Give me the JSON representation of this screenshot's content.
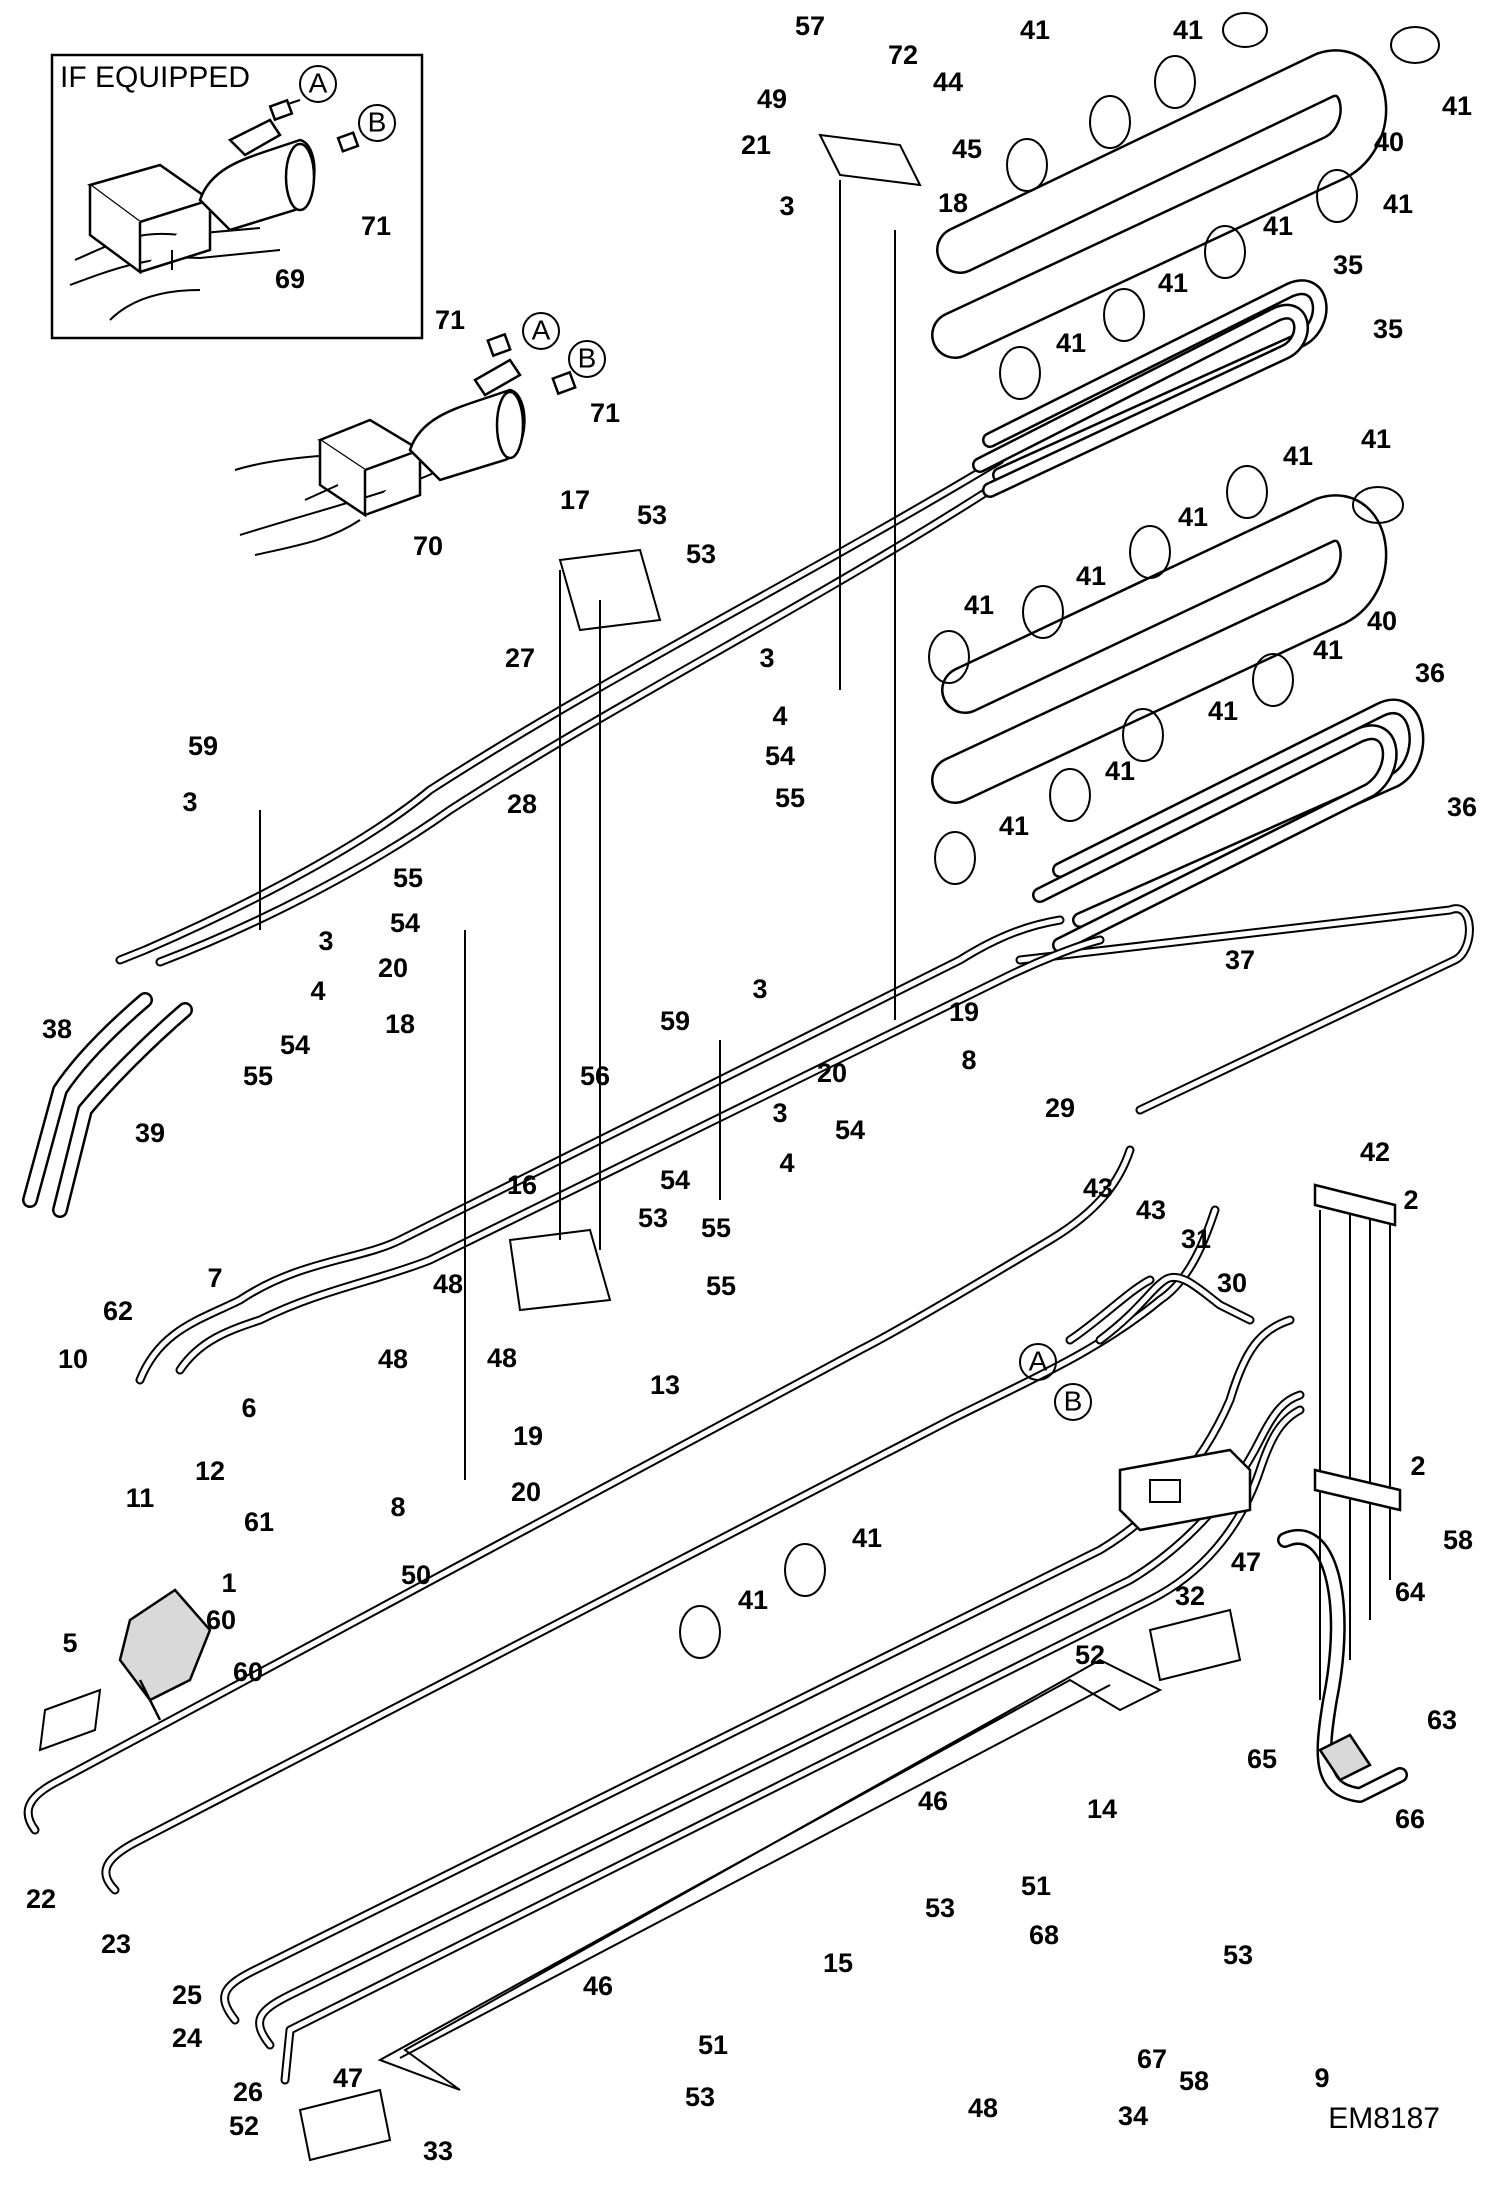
{
  "inset": {
    "title": "IF EQUIPPED"
  },
  "reference_code": "EM8187",
  "connection_letters": [
    "A",
    "B"
  ],
  "callouts": [
    {
      "id": "c57",
      "label": "57"
    },
    {
      "id": "c72",
      "label": "72"
    },
    {
      "id": "c49",
      "label": "49"
    },
    {
      "id": "c44",
      "label": "44"
    },
    {
      "id": "c21",
      "label": "21"
    },
    {
      "id": "c45",
      "label": "45"
    },
    {
      "id": "c3a",
      "label": "3"
    },
    {
      "id": "c18a",
      "label": "18"
    },
    {
      "id": "c41a",
      "label": "41"
    },
    {
      "id": "c41b",
      "label": "41"
    },
    {
      "id": "c41c",
      "label": "41"
    },
    {
      "id": "c40a",
      "label": "40"
    },
    {
      "id": "c41d",
      "label": "41"
    },
    {
      "id": "c41e",
      "label": "41"
    },
    {
      "id": "c41f",
      "label": "41"
    },
    {
      "id": "c41g",
      "label": "41"
    },
    {
      "id": "c35a",
      "label": "35"
    },
    {
      "id": "c35b",
      "label": "35"
    },
    {
      "id": "c71a",
      "label": "71"
    },
    {
      "id": "c69",
      "label": "69"
    },
    {
      "id": "c71b",
      "label": "71"
    },
    {
      "id": "c71c",
      "label": "71"
    },
    {
      "id": "c70",
      "label": "70"
    },
    {
      "id": "c17",
      "label": "17"
    },
    {
      "id": "c53a",
      "label": "53"
    },
    {
      "id": "c53b",
      "label": "53"
    },
    {
      "id": "c41h",
      "label": "41"
    },
    {
      "id": "c41i",
      "label": "41"
    },
    {
      "id": "c41j",
      "label": "41"
    },
    {
      "id": "c41k",
      "label": "41"
    },
    {
      "id": "c41l",
      "label": "41"
    },
    {
      "id": "c40b",
      "label": "40"
    },
    {
      "id": "c41m",
      "label": "41"
    },
    {
      "id": "c36a",
      "label": "36"
    },
    {
      "id": "c41n",
      "label": "41"
    },
    {
      "id": "c41o",
      "label": "41"
    },
    {
      "id": "c36b",
      "label": "36"
    },
    {
      "id": "c41p",
      "label": "41"
    },
    {
      "id": "c27",
      "label": "27"
    },
    {
      "id": "c28",
      "label": "28"
    },
    {
      "id": "c3b",
      "label": "3"
    },
    {
      "id": "c4a",
      "label": "4"
    },
    {
      "id": "c54a",
      "label": "54"
    },
    {
      "id": "c55a",
      "label": "55"
    },
    {
      "id": "c59a",
      "label": "59"
    },
    {
      "id": "c3c",
      "label": "3"
    },
    {
      "id": "c3d",
      "label": "3"
    },
    {
      "id": "c4b",
      "label": "4"
    },
    {
      "id": "c54b",
      "label": "54"
    },
    {
      "id": "c55b",
      "label": "55"
    },
    {
      "id": "c55c",
      "label": "55"
    },
    {
      "id": "c54c",
      "label": "54"
    },
    {
      "id": "c20a",
      "label": "20"
    },
    {
      "id": "c18b",
      "label": "18"
    },
    {
      "id": "c37",
      "label": "37"
    },
    {
      "id": "c38",
      "label": "38"
    },
    {
      "id": "c39",
      "label": "39"
    },
    {
      "id": "c59b",
      "label": "59"
    },
    {
      "id": "c3e",
      "label": "3"
    },
    {
      "id": "c19a",
      "label": "19"
    },
    {
      "id": "c8a",
      "label": "8"
    },
    {
      "id": "c20b",
      "label": "20"
    },
    {
      "id": "c29",
      "label": "29"
    },
    {
      "id": "c56",
      "label": "56"
    },
    {
      "id": "c54d",
      "label": "54"
    },
    {
      "id": "c3f",
      "label": "3"
    },
    {
      "id": "c4c",
      "label": "4"
    },
    {
      "id": "c54e",
      "label": "54"
    },
    {
      "id": "c55d",
      "label": "55"
    },
    {
      "id": "c42",
      "label": "42"
    },
    {
      "id": "c2a",
      "label": "2"
    },
    {
      "id": "c16",
      "label": "16"
    },
    {
      "id": "c43a",
      "label": "43"
    },
    {
      "id": "c43b",
      "label": "43"
    },
    {
      "id": "c53c",
      "label": "53"
    },
    {
      "id": "c31",
      "label": "31"
    },
    {
      "id": "c62",
      "label": "62"
    },
    {
      "id": "c7",
      "label": "7"
    },
    {
      "id": "c48a",
      "label": "48"
    },
    {
      "id": "c55e",
      "label": "55"
    },
    {
      "id": "c30",
      "label": "30"
    },
    {
      "id": "c10",
      "label": "10"
    },
    {
      "id": "c6",
      "label": "6"
    },
    {
      "id": "c48b",
      "label": "48"
    },
    {
      "id": "c48c",
      "label": "48"
    },
    {
      "id": "c13",
      "label": "13"
    },
    {
      "id": "c12",
      "label": "12"
    },
    {
      "id": "c19b",
      "label": "19"
    },
    {
      "id": "c11",
      "label": "11"
    },
    {
      "id": "c61",
      "label": "61"
    },
    {
      "id": "c8b",
      "label": "8"
    },
    {
      "id": "c20c",
      "label": "20"
    },
    {
      "id": "c2b",
      "label": "2"
    },
    {
      "id": "c41q",
      "label": "41"
    },
    {
      "id": "c58a",
      "label": "58"
    },
    {
      "id": "c50",
      "label": "50"
    },
    {
      "id": "c1",
      "label": "1"
    },
    {
      "id": "c47a",
      "label": "47"
    },
    {
      "id": "c60a",
      "label": "60"
    },
    {
      "id": "c41r",
      "label": "41"
    },
    {
      "id": "c64",
      "label": "64"
    },
    {
      "id": "c32",
      "label": "32"
    },
    {
      "id": "c5",
      "label": "5"
    },
    {
      "id": "c60b",
      "label": "60"
    },
    {
      "id": "c52a",
      "label": "52"
    },
    {
      "id": "c63",
      "label": "63"
    },
    {
      "id": "c65",
      "label": "65"
    },
    {
      "id": "c46a",
      "label": "46"
    },
    {
      "id": "c66",
      "label": "66"
    },
    {
      "id": "c14",
      "label": "14"
    },
    {
      "id": "c22",
      "label": "22"
    },
    {
      "id": "c51a",
      "label": "51"
    },
    {
      "id": "c53d",
      "label": "53"
    },
    {
      "id": "c23",
      "label": "23"
    },
    {
      "id": "c68",
      "label": "68"
    },
    {
      "id": "c53e",
      "label": "53"
    },
    {
      "id": "c15",
      "label": "15"
    },
    {
      "id": "c25",
      "label": "25"
    },
    {
      "id": "c46b",
      "label": "46"
    },
    {
      "id": "c24",
      "label": "24"
    },
    {
      "id": "c67",
      "label": "67"
    },
    {
      "id": "c51b",
      "label": "51"
    },
    {
      "id": "c26",
      "label": "26"
    },
    {
      "id": "c9",
      "label": "9"
    },
    {
      "id": "c53f",
      "label": "53"
    },
    {
      "id": "c58b",
      "label": "58"
    },
    {
      "id": "c47b",
      "label": "47"
    },
    {
      "id": "c48d",
      "label": "48"
    },
    {
      "id": "c34",
      "label": "34"
    },
    {
      "id": "c52b",
      "label": "52"
    },
    {
      "id": "c33",
      "label": "33"
    }
  ]
}
